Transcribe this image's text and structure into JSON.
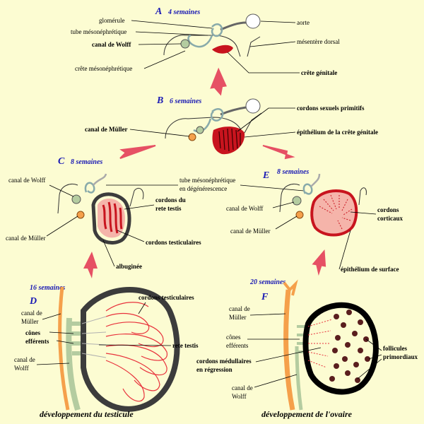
{
  "stages": {
    "A": {
      "letter": "A",
      "weeks": "4 semaines"
    },
    "B": {
      "letter": "B",
      "weeks": "6 semaines"
    },
    "C": {
      "letter": "C",
      "weeks": "8 semaines"
    },
    "D": {
      "letter": "D",
      "weeks": "16 semaines"
    },
    "E": {
      "letter": "E",
      "weeks": "8 semaines"
    },
    "F": {
      "letter": "F",
      "weeks": "20 semaines"
    }
  },
  "labels": {
    "glomerule": "glomérule",
    "tube_mesonephretique": "tube mésonéphrétique",
    "canal_wolff_bold": "canal de Wolff",
    "crete_mesonephretique": "crête mésonéphrétique",
    "aorte": "aorte",
    "mesentere_dorsal": "mésentère dorsal",
    "crete_genitale": "crête génitale",
    "cordons_sexuels_primitifs": "cordons sexuels primitifs",
    "canal_muller_bold": "canal de Müller",
    "epithelium_crete_genitale": "épithélium de la crête génitale",
    "c_canal_wolff": "canal de Wolff",
    "c_canal_muller": "canal de Müller",
    "tube_degen_1": "tube mésonéphrétique",
    "tube_degen_2": "en dégénérescence",
    "cordons_rete_1": "cordons du",
    "cordons_rete_2": "rete testis",
    "cordons_testiculaires_c": "cordons testiculaires",
    "e_canal_wolff": "canal de Wolff",
    "e_canal_muller": "canal de Müller",
    "cordons_corticaux_1": "cordons",
    "cordons_corticaux_2": "corticaux",
    "albuginee": "albuginée",
    "epithelium_surface": "épithélium de surface",
    "d_cordons_testiculaires": "cordons testiculaires",
    "d_canal_muller_1": "canal de",
    "d_canal_muller_2": "Müller",
    "d_cones_1": "cônes",
    "d_cones_2": "efférents",
    "d_rete_testis": "rete testis",
    "d_canal_wolff_1": "canal de",
    "d_canal_wolff_2": "Wolff",
    "f_canal_muller_1": "canal de",
    "f_canal_muller_2": "Müller",
    "f_cones_1": "cônes",
    "f_cones_2": "efférents",
    "f_cordons_med_1": "cordons médullaires",
    "f_cordons_med_2": "en régression",
    "f_follicules_1": "follicules",
    "f_follicules_2": "primordiaux",
    "f_canal_wolff_1": "canal de",
    "f_canal_wolff_2": "Wolff"
  },
  "captions": {
    "testicule": "développement du testicule",
    "ovaire": "développement de l'ovaire"
  },
  "colors": {
    "background": "#fcfcd2",
    "stage_text": "#1a1ab4",
    "arrow": "#e65064",
    "red_tissue": "#c8141e",
    "pink_tissue": "#f5b4aa",
    "wolff_green": "#b4cca0",
    "muller_orange": "#f5a04b",
    "dark_capsule": "#3c3c3c"
  }
}
